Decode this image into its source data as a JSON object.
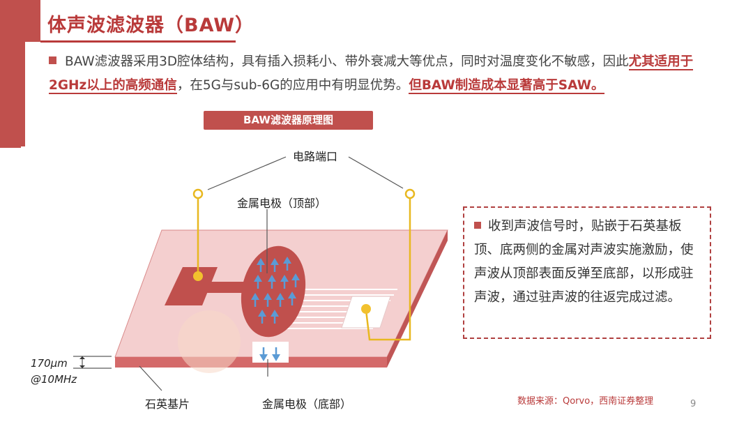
{
  "title": "体声波滤波器（BAW）",
  "bullet": {
    "part1": "BAW滤波器采用3D腔体结构，具有插入损耗小、带外衰减大等优点，同时对温度变化不敏感，因此",
    "highlight1": "尤其适用于2GHz以上的高频通信",
    "part2": "，在5G与sub-6G的应用中有明显优势。",
    "highlight2": "但BAW制造成本显著高于SAW。"
  },
  "diagram": {
    "caption": "BAW滤波器原理图",
    "label_port": "电路端口",
    "label_top_electrode": "金属电极（顶部）",
    "label_bottom_electrode": "金属电极（底部）",
    "label_substrate": "石英基片",
    "thickness_line1": "170μm",
    "thickness_line2": "@10MHz"
  },
  "note": {
    "text": "收到声波信号时，贴嵌于石英基板顶、底两侧的金属对声波实施激励，使声波从顶部表面反弹至底部，以形成驻声波，通过驻声波的往返完成过滤。"
  },
  "source": "数据来源：Qorvo，西南证券整理",
  "page_number": "9",
  "colors": {
    "accent": "#c0504d",
    "title_red": "#b93a3a",
    "substrate_top": "#f2c9c9",
    "substrate_edge": "#d46a6a",
    "electrode": "#c0504d",
    "wire": "#e8b820",
    "arrow": "#4a8bd6"
  }
}
